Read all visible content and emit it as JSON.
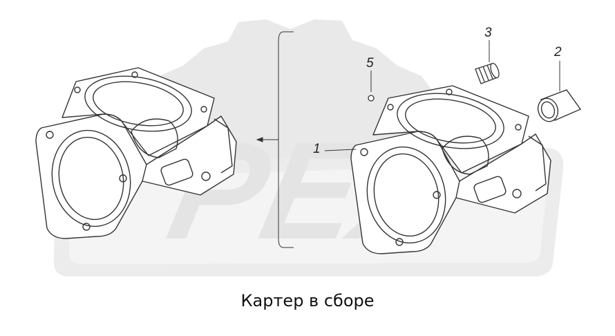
{
  "diagram": {
    "caption": "Картер в сборе",
    "callouts": [
      {
        "id": "1",
        "label": "1"
      },
      {
        "id": "2",
        "label": "2"
      },
      {
        "id": "3",
        "label": "3"
      },
      {
        "id": "5",
        "label": "5"
      }
    ],
    "watermark": {
      "text": "PEX",
      "color": "#e6e6e6"
    },
    "colors": {
      "line": "#333333",
      "watermark": "#e8e8e8"
    }
  }
}
